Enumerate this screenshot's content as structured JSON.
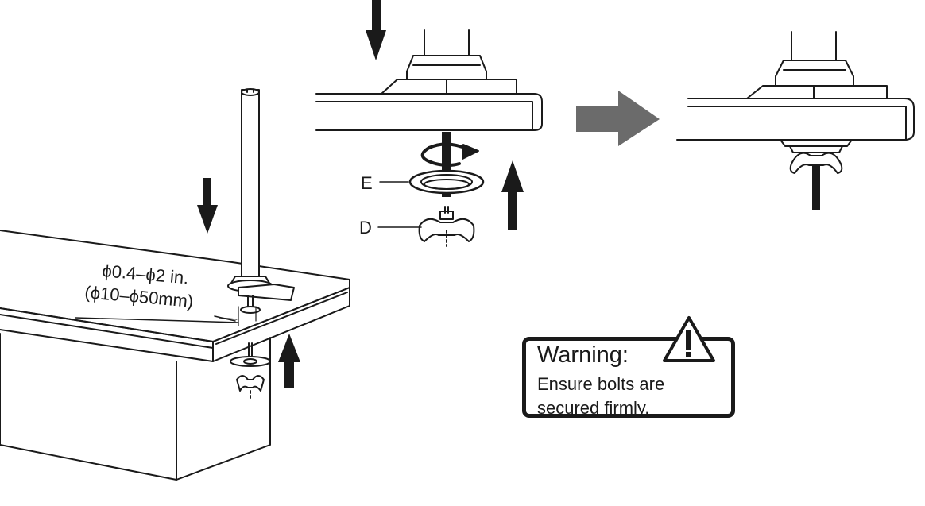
{
  "labels": {
    "part_e": "E",
    "part_d": "D",
    "hole_size_in": "ϕ0.4–ϕ2 in.",
    "hole_size_mm": "(ϕ10–ϕ50mm)"
  },
  "warning": {
    "title": "Warning:",
    "line1": "Ensure bolts are",
    "line2": "secured firmly.",
    "icon": "exclamation-triangle-icon"
  },
  "colors": {
    "line": "#1a1a1a",
    "step_arrow": "#6b6b6b"
  }
}
